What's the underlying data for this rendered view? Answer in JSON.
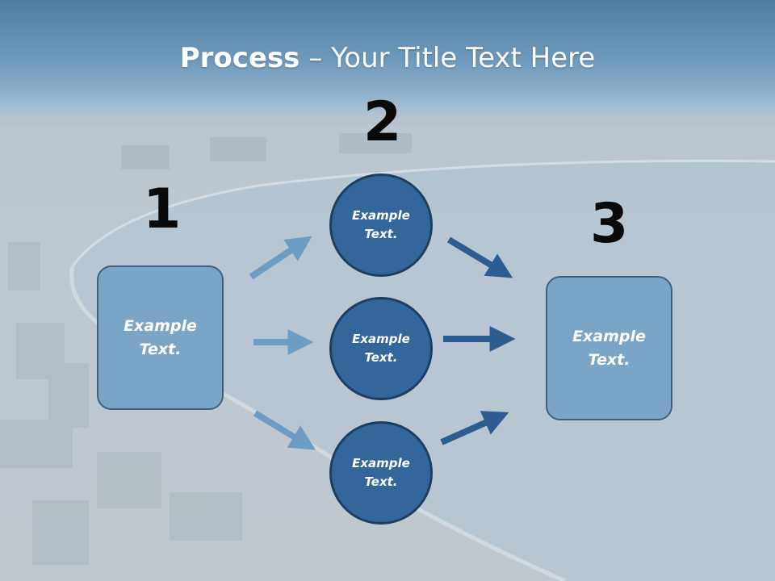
{
  "title": {
    "bold": "Process",
    "rest": " – Your Title Text Here"
  },
  "steps": {
    "one": {
      "number": "1",
      "text": "Example Text."
    },
    "two": {
      "number": "2",
      "text": "Example Text."
    },
    "three": {
      "number": "3",
      "text": "Example Text."
    }
  },
  "circles": [
    {
      "text": "Example Text."
    },
    {
      "text": "Example Text."
    },
    {
      "text": "Example Text."
    }
  ],
  "colors": {
    "box_fill": "#7aa5c6",
    "circle_fill": "#33669b",
    "arrow_light": "#6d9dc5",
    "arrow_dark": "#2c5c90"
  }
}
